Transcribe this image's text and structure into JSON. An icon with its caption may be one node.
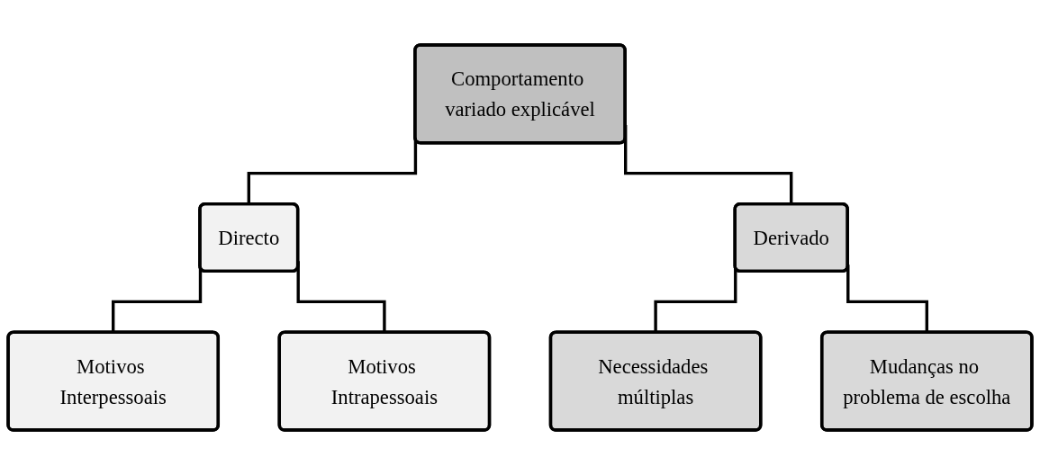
{
  "diagram": {
    "nodes": [
      {
        "text": [
          "Comportamento variado explicável"
        ]
      },
      {
        "text": [
          "Directo"
        ]
      },
      {
        "text": [
          "Derivado"
        ]
      },
      {
        "text": [
          "Motivos Interpessoais"
        ]
      },
      {
        "text": [
          "Motivos Intrapessoais"
        ]
      },
      {
        "text": [
          "Necessidades múltiplas"
        ]
      },
      {
        "text": [
          "Mudanças no problema de escolha"
        ]
      }
    ],
    "edges": [
      {
        "from": 0,
        "to": 1,
        "arrow": "none"
      },
      {
        "from": 0,
        "to": 2,
        "arrow": "none"
      },
      {
        "from": 1,
        "to": 3,
        "arrow": "none"
      },
      {
        "from": 1,
        "to": 4,
        "arrow": "none"
      },
      {
        "from": 2,
        "to": 5,
        "arrow": "none"
      },
      {
        "from": 2,
        "to": 6,
        "arrow": "none"
      }
    ]
  }
}
